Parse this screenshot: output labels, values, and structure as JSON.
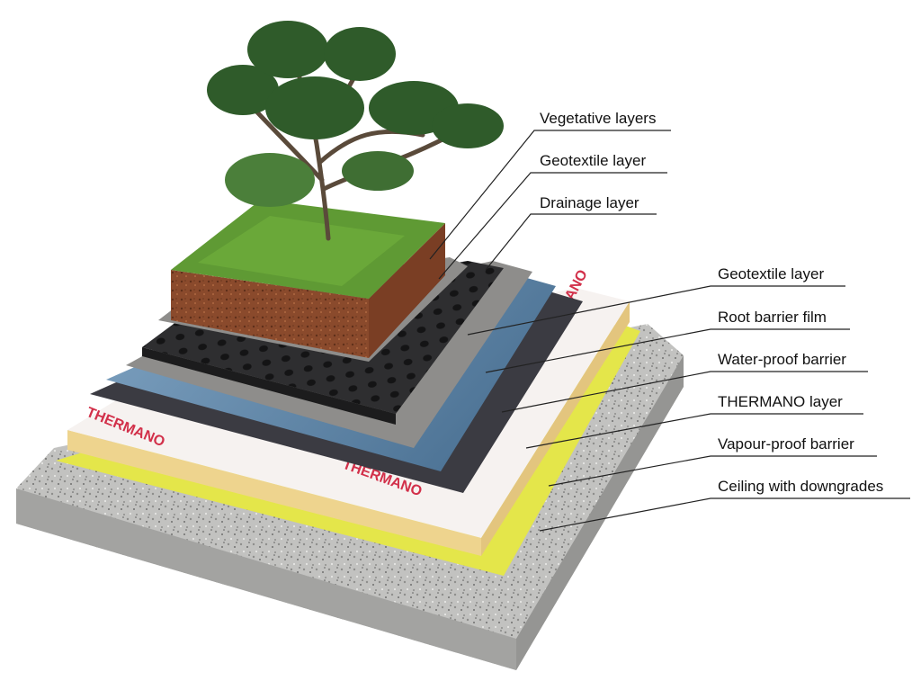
{
  "labels": [
    "Vegetative layers",
    "Geotextile layer",
    "Drainage layer",
    "Geotextile layer",
    "Root barrier film",
    "Water-proof barrier",
    "THERMANO layer",
    "Vapour-proof barrier",
    "Ceiling with downgrades"
  ],
  "brand_text": "THERMANO",
  "colors": {
    "grass": "#5f9a34",
    "soil": "#8a4a2c",
    "geotextile": "#8e8d8b",
    "drainage": "#2c2c2e",
    "root_barrier": "#5f84a6",
    "waterproof": "#3b3b42",
    "thermano": "#f6f2f0",
    "thermano_print": "#d2304a",
    "thermano_edge": "#f0d79a",
    "vapour": "#e4e64a",
    "ceiling": "#b7b7b5"
  }
}
